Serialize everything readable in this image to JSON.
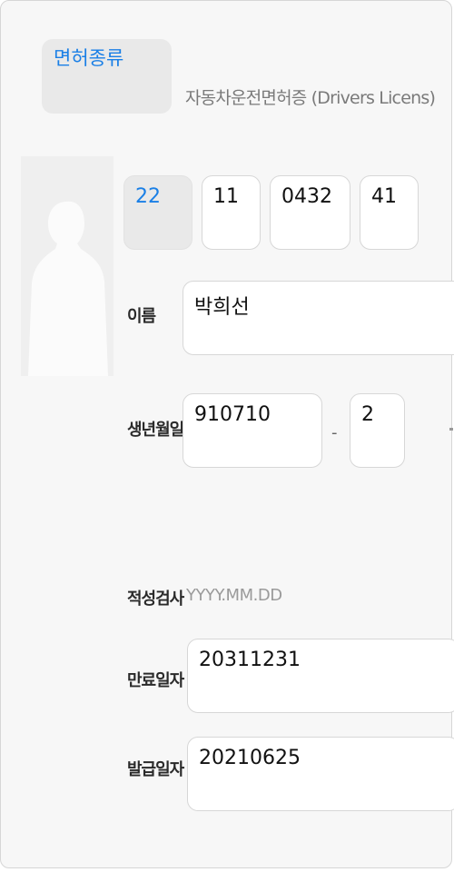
{
  "license_type_button": "면허종류",
  "license_subtitle": "자동차운전면허증 (Drivers Licens)",
  "license_number": {
    "part1": "22",
    "part2": "11",
    "part3": "0432",
    "part4": "41"
  },
  "name": {
    "label": "이름",
    "value": "박희선"
  },
  "birth": {
    "label": "생년월일",
    "value": "910710",
    "separator": "-",
    "gender_digit": "2"
  },
  "aptitude": {
    "label": "적성검사",
    "placeholder": "YYYY.MM.DD"
  },
  "expiry": {
    "label": "만료일자",
    "value": "20311231"
  },
  "issue": {
    "label": "발급일자",
    "value": "20210625"
  },
  "colors": {
    "accent": "#1a7fe6",
    "selected_bg": "#e9e9e9",
    "card_bg": "#f7f7f7"
  }
}
